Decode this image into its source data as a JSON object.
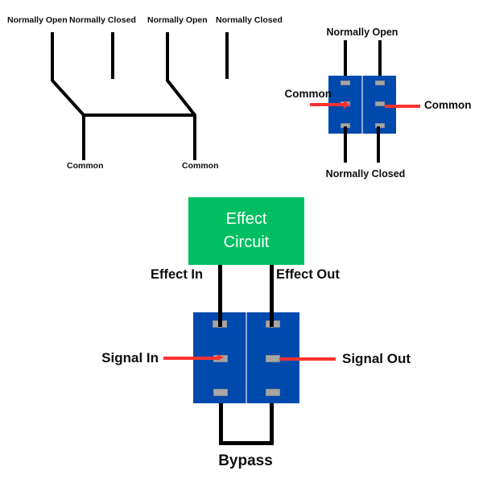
{
  "colors": {
    "blue": "#004aad",
    "green": "#00bf63",
    "red": "#ff3131",
    "lug": "#a6a6a6",
    "lug_border": "#8c8c8c",
    "wire": "#000000",
    "text": "#0d0d0d",
    "box_text": "#ffffff",
    "background": "#ffffff"
  },
  "schematic": {
    "pole1": {
      "normally_open": "Normally Open",
      "normally_closed": "Normally Closed",
      "common": "Common"
    },
    "pole2": {
      "normally_open": "Normally Open",
      "normally_closed": "Normally Closed",
      "common": "Common"
    }
  },
  "switch_diagram": {
    "normally_open": "Normally Open",
    "common_left": "Common",
    "common_right": "Common",
    "normally_closed": "Normally Closed"
  },
  "bypass_diagram": {
    "effect_circuit": "Effect Circuit",
    "effect_in": "Effect In",
    "effect_out": "Effect Out",
    "signal_in": "Signal In",
    "signal_out": "Signal Out",
    "bypass": "Bypass"
  }
}
